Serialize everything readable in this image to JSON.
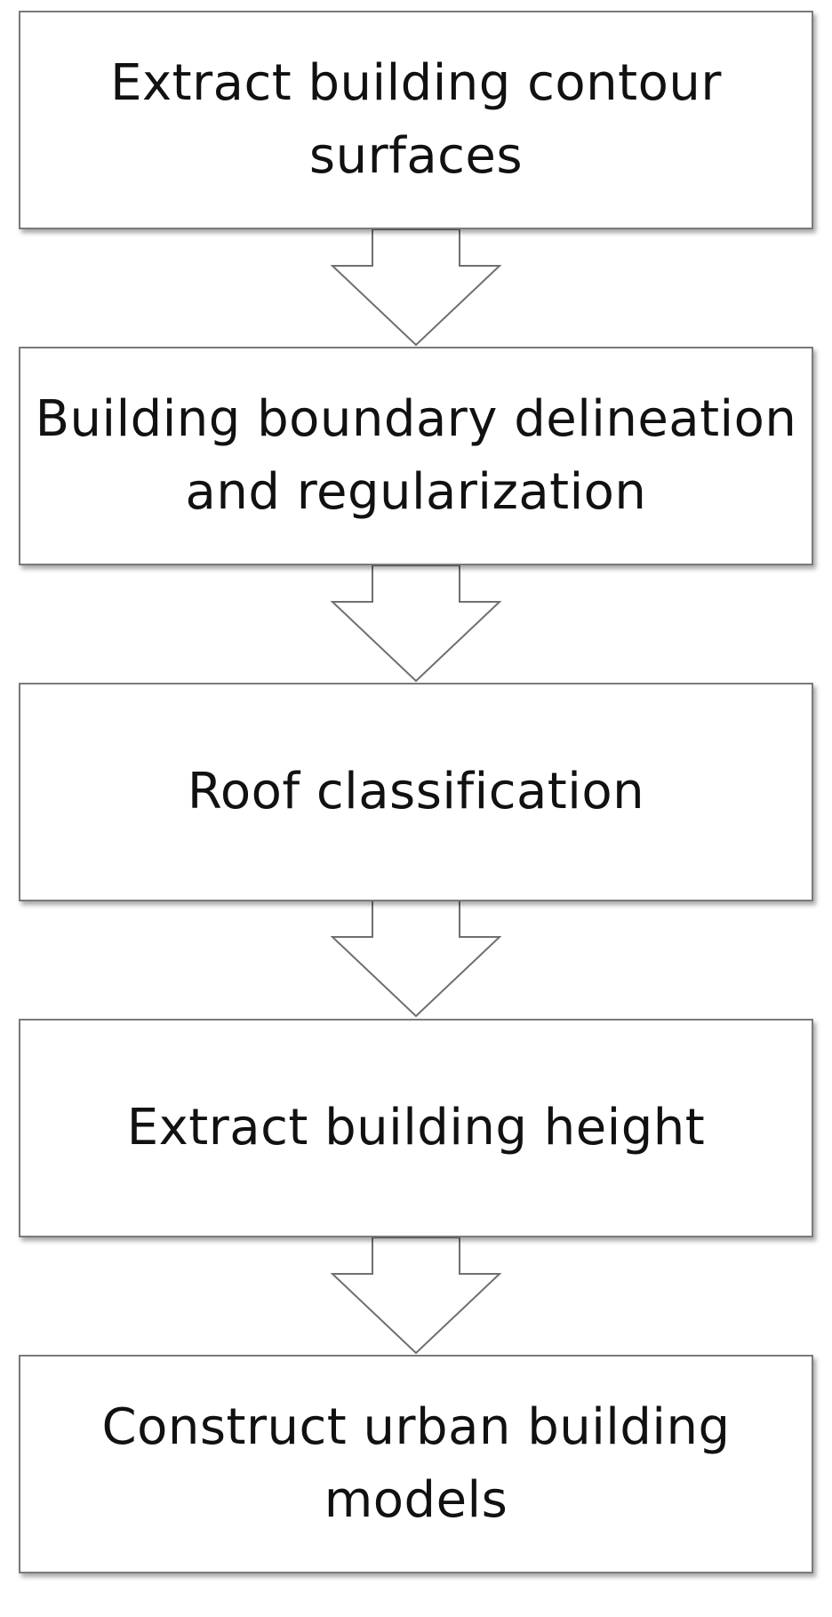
{
  "steps": [
    {
      "label": "Extract building contour surfaces"
    },
    {
      "label": "Building boundary delineation and regularization"
    },
    {
      "label": "Roof classification"
    },
    {
      "label": "Extract building height"
    },
    {
      "label": "Construct urban building models"
    }
  ],
  "style": {
    "box_border_color": "#7a7a7a",
    "arrow_stroke_color": "#6f6f6f",
    "text_color": "#111111"
  }
}
